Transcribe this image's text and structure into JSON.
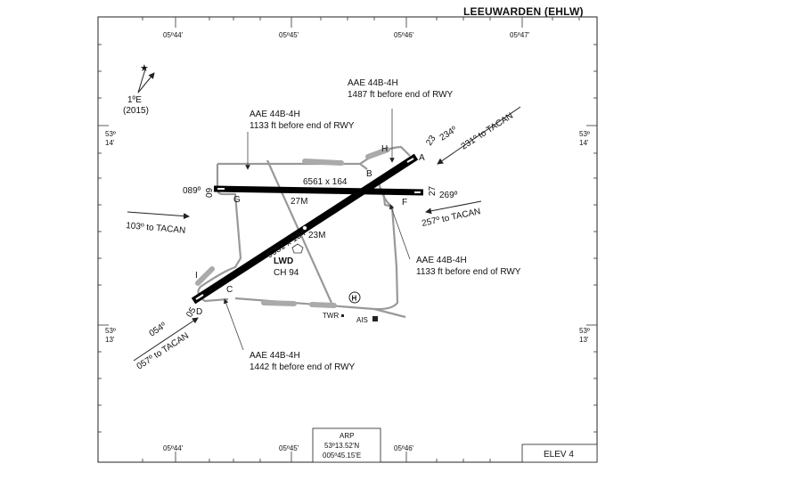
{
  "title": "LEEUWARDEN (EHLW)",
  "grid": {
    "lon_top": [
      "05º44'",
      "05º45'",
      "05º46'",
      "05º47'"
    ],
    "lon_bottom": [
      "05º44'",
      "05º45'",
      "05º46'"
    ],
    "lat_left": [
      {
        "deg": "53º",
        "min": "14'"
      },
      {
        "deg": "53º",
        "min": "13'"
      }
    ],
    "lat_right": [
      {
        "deg": "53º",
        "min": "14'"
      },
      {
        "deg": "53º",
        "min": "13'"
      }
    ]
  },
  "variation": {
    "value": "1ºE",
    "year": "(2015)"
  },
  "runways": [
    {
      "designators": [
        "05",
        "23"
      ],
      "headings": [
        "054º",
        "234º"
      ],
      "dims": "9651 x 164"
    },
    {
      "designators": [
        "09",
        "27"
      ],
      "headings": [
        "089º",
        "269º"
      ],
      "dims": "6561 x 164"
    }
  ],
  "tacan_arrows": [
    "231º to TACAN",
    "257º to TACAN",
    "103º to TACAN",
    "057º to TACAN"
  ],
  "arresting_gear": [
    {
      "type": "AAE 44B-4H",
      "dist": "1487 ft before end of RWY"
    },
    {
      "type": "AAE 44B-4H",
      "dist": "1133 ft before end of RWY"
    },
    {
      "type": "AAE 44B-4H",
      "dist": "1133 ft before end of RWY"
    },
    {
      "type": "AAE 44B-4H",
      "dist": "1442 ft before end of RWY"
    }
  ],
  "taxiways": [
    "A",
    "B",
    "C",
    "D",
    "F",
    "G",
    "H",
    "I"
  ],
  "markers": [
    "27M",
    "23M"
  ],
  "navaid": {
    "ident": "LWD",
    "channel": "CH 94"
  },
  "facilities": {
    "tower": "TWR",
    "ais": "AIS",
    "heliport": "H"
  },
  "arp": {
    "label": "ARP",
    "lat": "53º13.52'N",
    "lon": "005º45.15'E"
  },
  "elevation": "ELEV 4"
}
